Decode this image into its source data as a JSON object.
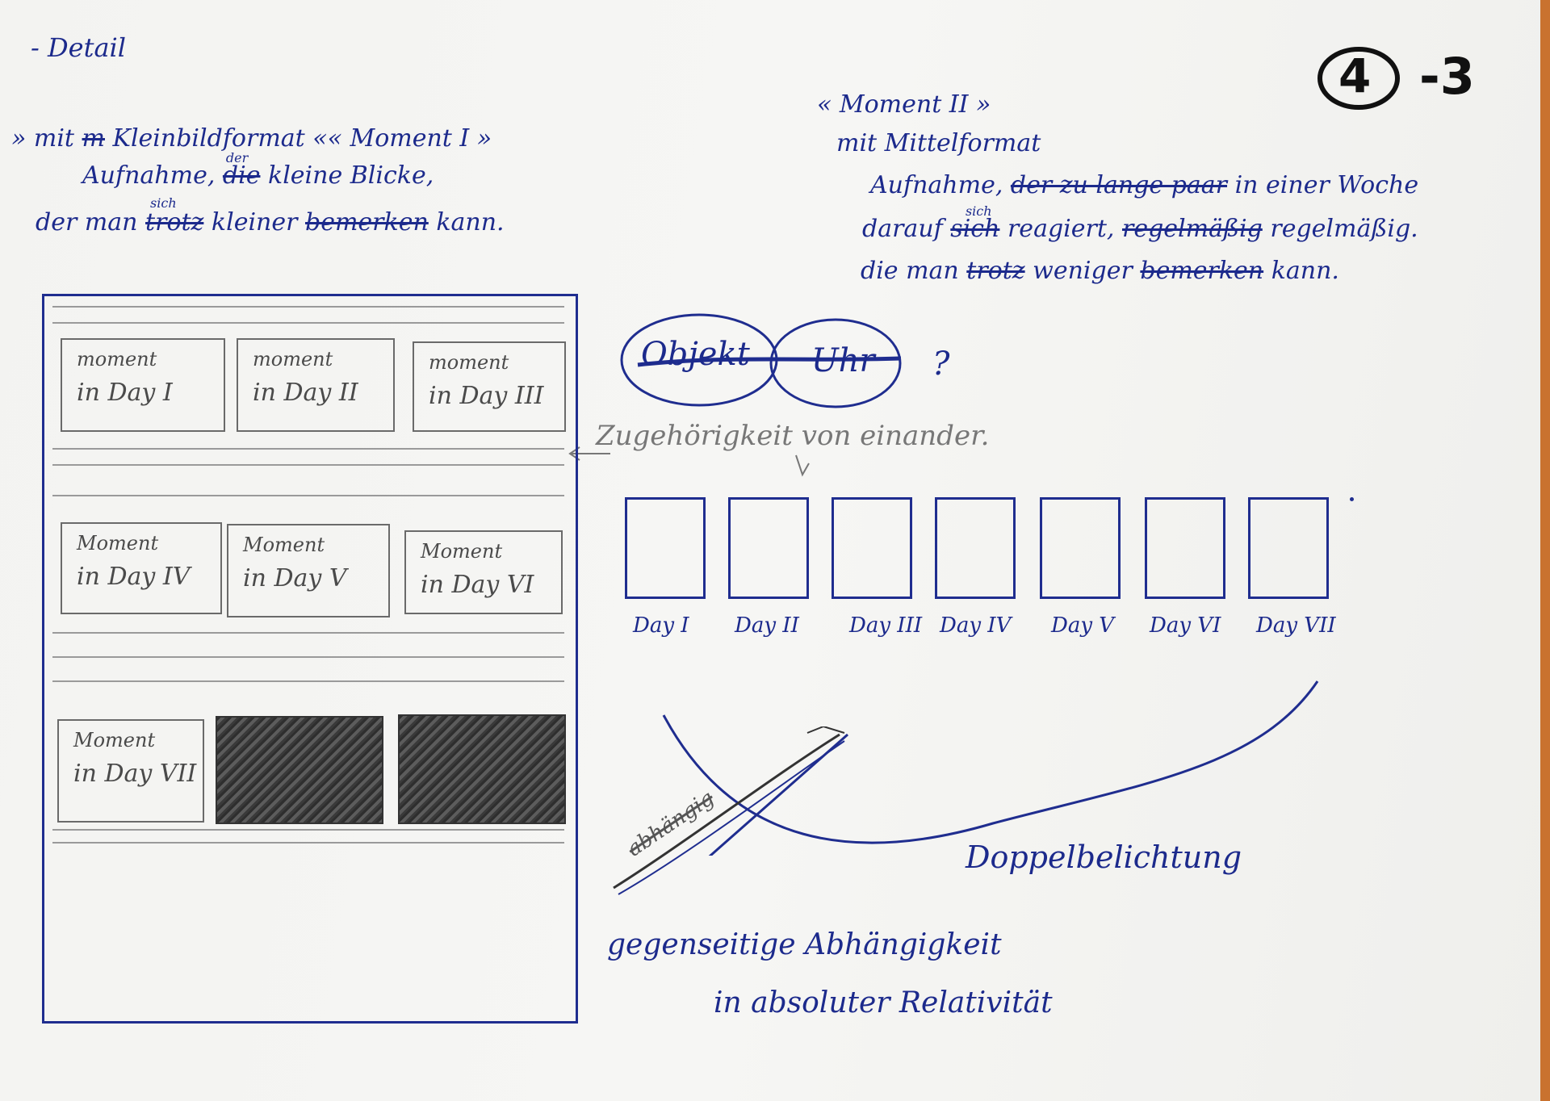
{
  "header": {
    "detail": "- Detail",
    "page_number": "4",
    "page_suffix": "-3"
  },
  "left_note": {
    "line1_prefix": "» mit",
    "line1_struck": "m",
    "line1_rest": "Kleinbildformat «« Moment I »",
    "line2_a": "Aufnahme,",
    "line2_struck": "die",
    "line2_insert": "der",
    "line2_b": "kleine Blicke,",
    "line3_a": "der man",
    "line3_insert": "sich",
    "line3_struck1": "trotz",
    "line3_b": "kleiner",
    "line3_struck2": "bemerken",
    "line3_c": "kann."
  },
  "right_note": {
    "title": "« Moment II »",
    "line1": "mit Mittelformat",
    "line2_a": "Aufnahme,",
    "line2_struck": "der zu lange paar",
    "line2_b": "in einer Woche",
    "line3_a": "darauf",
    "line3_struck1": "sich",
    "line3_b": "reagiert,",
    "line3_struck2": "regelmäßig",
    "line3_c": "regelmäßig.",
    "line3_insert": "sich",
    "line4_a": "die man",
    "line4_struck1": "trotz",
    "line4_b": "weniger",
    "line4_struck2": "bemerken",
    "line4_c": "kann."
  },
  "objects": {
    "objekt": "Objekt",
    "uhr": "Uhr",
    "question": "?",
    "zugehoerigkeit": "Zugehörigkeit von einander."
  },
  "phone_tiles": [
    {
      "l1": "moment",
      "l2": "in Day I"
    },
    {
      "l1": "moment",
      "l2": "in Day II"
    },
    {
      "l1": "moment",
      "l2": "in Day III"
    },
    {
      "l1": "Moment",
      "l2": "in Day IV"
    },
    {
      "l1": "Moment",
      "l2": "in Day V"
    },
    {
      "l1": "Moment",
      "l2": "in Day VI"
    },
    {
      "l1": "Moment",
      "l2": "in Day VII"
    }
  ],
  "days": [
    "Day I",
    "Day II",
    "Day III",
    "Day IV",
    "Day V",
    "Day VI",
    "Day VII"
  ],
  "bottom": {
    "doppel": "Doppelbelichtung",
    "struck_word": "abhängig",
    "gegen": "gegenseitige Abhängigkeit",
    "relativ": "in absoluter Relativität"
  },
  "colors": {
    "ink": "#1c2a8c",
    "pencil": "#555555",
    "paper": "#f4f4f2"
  }
}
